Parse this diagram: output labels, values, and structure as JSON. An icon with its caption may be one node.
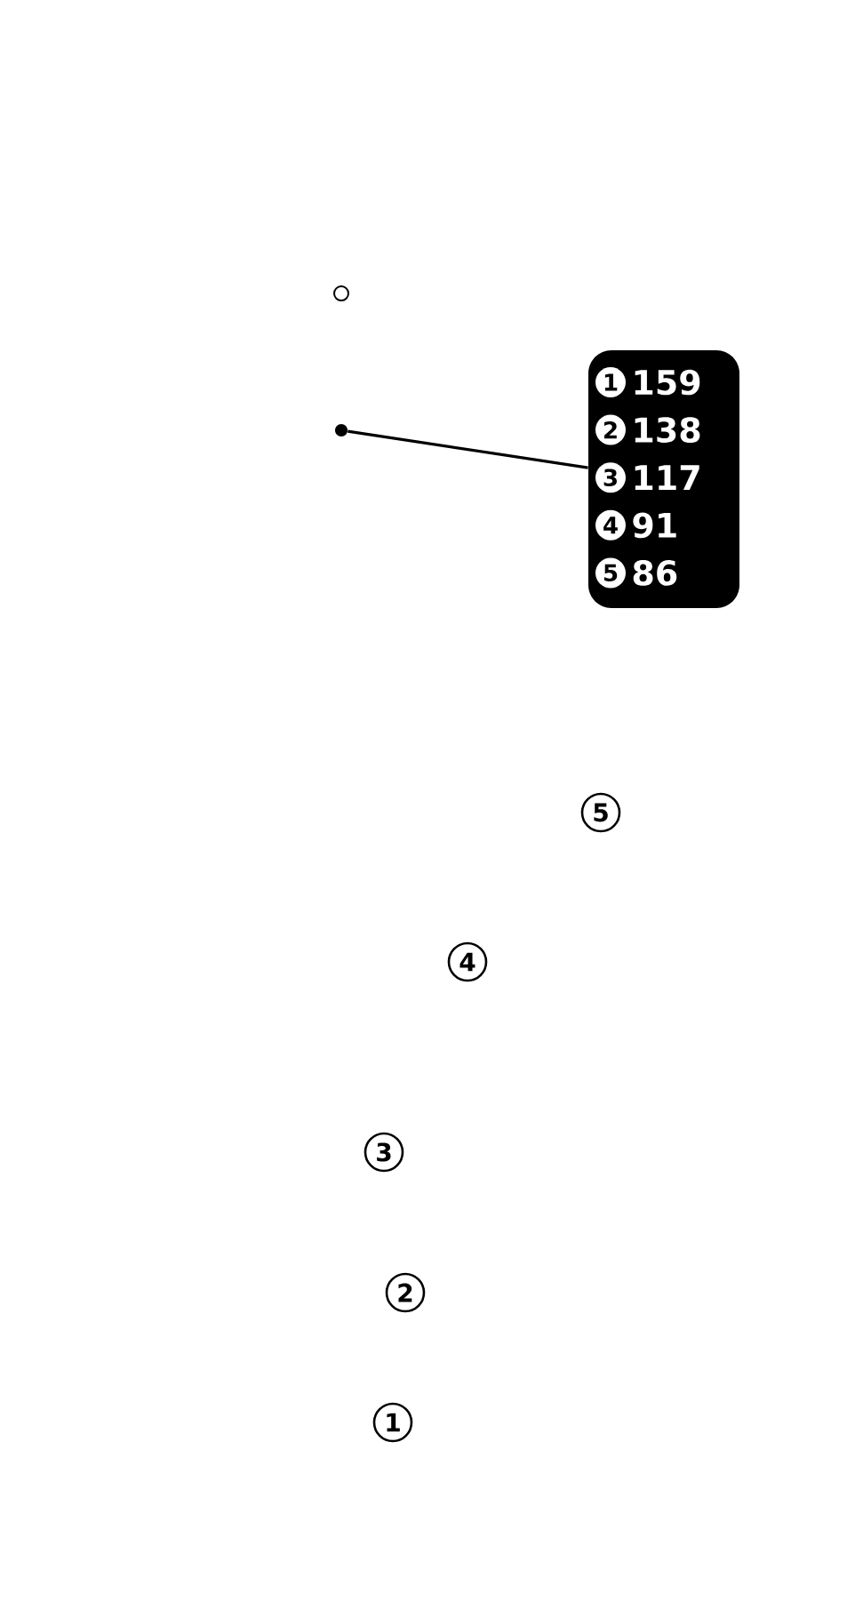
{
  "diagram": {
    "nodes": [
      {
        "text": [],
        "shape": "circle"
      },
      {
        "text": [],
        "shape": "dot"
      },
      {
        "text": [
          "1",
          "159",
          "2",
          "138",
          "3",
          "117",
          "4",
          "91",
          "5",
          "86"
        ]
      },
      {
        "text": [
          "5"
        ]
      },
      {
        "text": [
          "4"
        ]
      },
      {
        "text": [
          "3"
        ]
      },
      {
        "text": [
          "2"
        ]
      },
      {
        "text": [
          "1"
        ]
      }
    ],
    "edges": [
      {
        "from": 1,
        "to": 2,
        "arrow": "none"
      }
    ]
  }
}
